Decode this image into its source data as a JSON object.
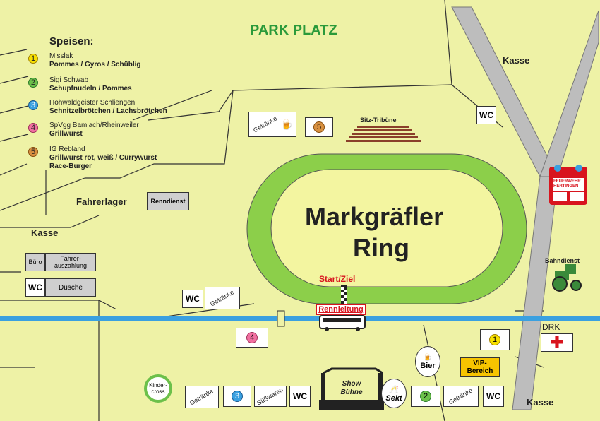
{
  "title": "PARK PLATZ",
  "legend": {
    "title": "Speisen:",
    "items": [
      {
        "num": "1",
        "name": "Misslak",
        "food": "Pommes / Gyros / Schüblig",
        "color": "#f7e000"
      },
      {
        "num": "2",
        "name": "Sigi Schwab",
        "food": "Schupfnudeln / Pommes",
        "color": "#6cc04a"
      },
      {
        "num": "3",
        "name": "Hohwaldgeister Schliengen",
        "food": "Schnitzelbrötchen / Lachsbrötchen",
        "color": "#3aa0e0"
      },
      {
        "num": "4",
        "name": "SpVgg Bamlach/Rheinweiler",
        "food": "Grillwurst",
        "color": "#f06fa0"
      },
      {
        "num": "5",
        "name": "IG Rebland",
        "food": "Grillwurst rot, weiß / Currywurst",
        "food2": "Race-Burger",
        "color": "#d89040"
      }
    ]
  },
  "track": {
    "name_line1": "Markgräfler",
    "name_line2": "Ring",
    "start": "Start/Ziel"
  },
  "labels": {
    "kasse_top": "Kasse",
    "kasse_left": "Kasse",
    "kasse_bottom": "Kasse",
    "fahrerlager": "Fahrerlager",
    "renndienst": "Renndienst",
    "sitz_tribuene": "Sitz-Tribüne",
    "bahndienst": "Bahndienst",
    "drk": "DRK",
    "rennleitung": "Rennleitung",
    "buero": "Büro",
    "fahrer_l1": "Fahrer-",
    "fahrer_l2": "auszahlung",
    "dusche": "Dusche",
    "wc": "WC",
    "getraenke": "Getränke",
    "suesswaren": "Süßwaren",
    "kinder_l1": "Kinder-",
    "kinder_l2": "cross",
    "show_l1": "Show",
    "show_l2": "Bühne",
    "sekt": "Sekt",
    "bier": "Bier",
    "vip_l1": "VIP-",
    "vip_l2": "Bereich",
    "feuerwehr_l1": "FEUERWEHR",
    "feuerwehr_l2": "HERTINGEN",
    "num1": "1",
    "num2": "2",
    "num3": "3",
    "num4": "4",
    "num5": "5"
  },
  "colors": {
    "background": "#eef2a6",
    "road": "#bdbdbd",
    "track_outer": "#8ccf4a",
    "track_inner": "#f3f5a0",
    "river": "#3aa0e0",
    "title_green": "#2a9a3a",
    "start_red": "#d8141e",
    "vip": "#f6c400"
  }
}
